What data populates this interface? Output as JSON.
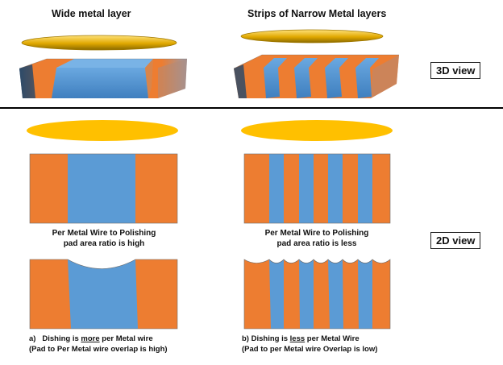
{
  "titles": {
    "left": "Wide metal layer",
    "right": "Strips of Narrow Metal layers"
  },
  "view_labels": {
    "view3d": "3D view",
    "view2d": "2D view"
  },
  "captions": {
    "left_ratio_line1": "Per Metal Wire to Polishing",
    "left_ratio_line2": "pad area ratio is high",
    "right_ratio_line1": "Per Metal Wire to Polishing",
    "right_ratio_line2": "pad area ratio is less",
    "left_result_pre": "a)   Dishing is ",
    "left_result_em": "more",
    "left_result_post": " per Metal wire",
    "left_result_line2": "(Pad to Per Metal wire overlap is high)",
    "right_result_pre": "b) Dishing is ",
    "right_result_em": "less",
    "right_result_post": " per Metal Wire",
    "right_result_line2": "(Pad to per Metal wire Overlap is low)"
  },
  "colors": {
    "orange": "#ed7d31",
    "blue": "#5b9bd5",
    "gold": "#ffc000",
    "divider": "#000000"
  }
}
